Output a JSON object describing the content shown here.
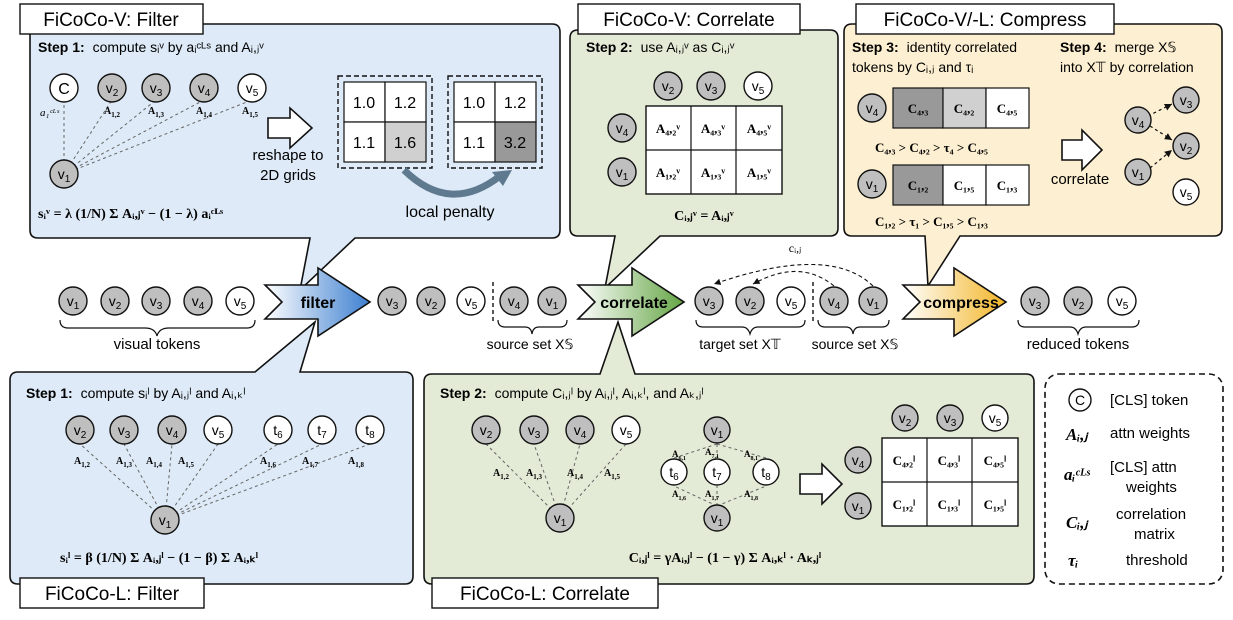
{
  "panels": {
    "v_filter_title": "FiCoCo-V: Filter",
    "v_correlate_title": "FiCoCo-V: Correlate",
    "vl_compress_title": "FiCoCo-V/-L: Compress",
    "l_filter_title": "FiCoCo-L: Filter",
    "l_correlate_title": "FiCoCo-L: Correlate"
  },
  "v_filter": {
    "step_label": "Step 1:",
    "step_text": "compute sᵢᵛ by aᵢᶜᴸˢ and Aᵢ,ⱼᵛ",
    "reshape_label_1": "reshape to",
    "reshape_label_2": "2D grids",
    "local_penalty": "local penalty",
    "formula": "sᵢᵛ = λ (1/N) Σ Aᵢ,ⱼᵛ − (1 − λ) aᵢᶜᴸˢ",
    "grid_before": [
      "1.0",
      "1.2",
      "1.1",
      "1.6"
    ],
    "grid_after": [
      "1.0",
      "1.2",
      "1.1",
      "3.2"
    ],
    "cls_token": "C",
    "cls_label": "a₁ᶜᴸˢ"
  },
  "v_correlate": {
    "step_label": "Step 2:",
    "step_text": "use Aᵢ,ⱼᵛ as Cᵢ,ⱼᵛ",
    "formula": "Cᵢ,ⱼᵛ = Aᵢ,ⱼᵛ",
    "matrix": [
      "A₄,₂ᵛ",
      "A₄,₃ᵛ",
      "A₄,₅ᵛ",
      "A₁,₂ᵛ",
      "A₁,₃ᵛ",
      "A₁,₅ᵛ"
    ]
  },
  "compress": {
    "step3_label": "Step 3:",
    "step3_text_1": "identity correlated",
    "step3_text_2": "tokens by Cᵢ,ⱼ and τᵢ",
    "step4_label": "Step 4:",
    "step4_text_1": "merge X𝕊",
    "step4_text_2": "into X𝕋 by correlation",
    "row1_cells": [
      "C₄,₃",
      "C₄,₂",
      "C₄,₅"
    ],
    "row1_ineq": "C₄,₃ > C₄,₂ > τ₄ > C₄,₅",
    "row2_cells": [
      "C₁,₂",
      "C₁,₅",
      "C₁,₃"
    ],
    "row2_ineq": "C₁,₂ > τ₁ > C₁,₅ > C₁,₃",
    "correlate_label": "correlate"
  },
  "pipeline": {
    "filter": "filter",
    "correlate": "correlate",
    "compress": "compress",
    "visual_tokens": "visual tokens",
    "source_set": "source set X𝕊",
    "target_set": "target set X𝕋",
    "source_set_2": "source set X𝕊",
    "reduced_tokens": "reduced tokens",
    "cij": "cᵢ,ⱼ"
  },
  "l_filter": {
    "step_label": "Step 1:",
    "step_text": "compute sᵢˡ by Aᵢ,ⱼˡ and Aᵢ,ₖˡ",
    "formula": "sᵢˡ = β (1/N) Σ Aᵢ,ⱼˡ − (1 − β) Σ Aᵢ,ₖˡ"
  },
  "l_correlate": {
    "step_label": "Step 2:",
    "step_text": "compute Cᵢ,ⱼˡ by Aᵢ,ⱼˡ, Aᵢ,ₖˡ, and Aₖ,ⱼˡ",
    "formula": "Cᵢ,ⱼˡ = γAᵢ,ⱼˡ − (1 − γ) Σ Aᵢ,ₖˡ · Aₖ,ⱼˡ",
    "matrix": [
      "C₄,₂ˡ",
      "C₄,₃ˡ",
      "C₄,₅ˡ",
      "C₁,₂ˡ",
      "C₁,₃ˡ",
      "C₁,₅ˡ"
    ]
  },
  "legend": {
    "cls_symbol": "C",
    "cls_text": "[CLS] token",
    "a_symbol": "Aᵢ,ⱼ",
    "a_text": "attn weights",
    "acls_symbol": "aᵢᶜᴸˢ",
    "acls_text_1": "[CLS] attn",
    "acls_text_2": "weights",
    "c_symbol": "Cᵢ,ⱼ",
    "c_text_1": "correlation",
    "c_text_2": "matrix",
    "tau_symbol": "τᵢ",
    "tau_text": "threshold"
  },
  "colors": {
    "blue_panel": "#deeaf7",
    "green_panel": "#e3ebd6",
    "orange_panel": "#fdefd1",
    "gray_token": "#bfbfbf",
    "white_token": "#ffffff"
  }
}
